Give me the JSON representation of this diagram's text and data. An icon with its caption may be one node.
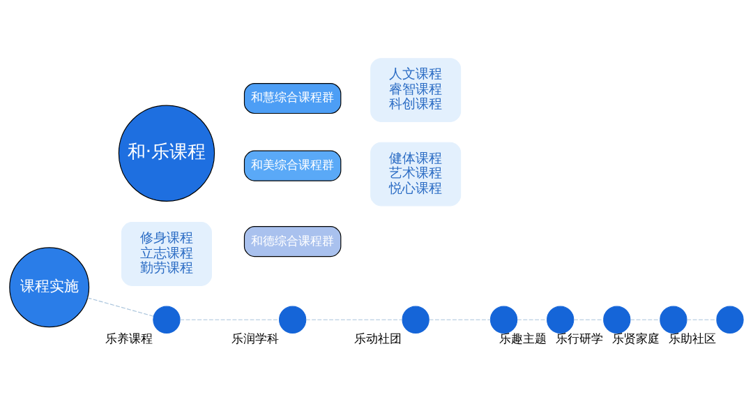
{
  "diagram": {
    "nodes": [
      {
        "text": [
          "和·乐课程"
        ]
      },
      {
        "text": [
          "和德综合课程群"
        ]
      },
      {
        "text": [
          "和慧综合课程群"
        ]
      },
      {
        "text": [
          "和美综合课程群"
        ]
      },
      {
        "text": [
          "修身课程",
          "立志课程",
          "勤劳课程"
        ]
      },
      {
        "text": [
          "人文课程",
          "睿智课程",
          "科创课程"
        ]
      },
      {
        "text": [
          "健体课程",
          "艺术课程",
          "悦心课程"
        ]
      },
      {
        "text": [
          "课程实施"
        ]
      },
      {
        "text": [],
        "shape": "circle",
        "beside": [
          "乐养课程"
        ]
      },
      {
        "text": [],
        "shape": "circle",
        "beside": [
          "乐润学科"
        ]
      },
      {
        "text": [],
        "shape": "circle",
        "beside": [
          "乐动社团"
        ]
      },
      {
        "text": [],
        "shape": "circle"
      },
      {
        "text": [],
        "shape": "circle",
        "beside": [
          "乐趣主题"
        ]
      },
      {
        "text": [],
        "shape": "circle",
        "beside": [
          "乐行研学"
        ]
      },
      {
        "text": [],
        "shape": "circle",
        "beside": [
          "乐贤家庭"
        ]
      },
      {
        "text": [],
        "shape": "circle",
        "beside": [
          "乐助社区"
        ]
      }
    ],
    "edges": [
      {
        "from": 7,
        "to": 8,
        "arrow": "none",
        "style": "dashed"
      },
      {
        "from": 8,
        "to": 9,
        "arrow": "none",
        "style": "dashed"
      },
      {
        "from": 9,
        "to": 10,
        "arrow": "none",
        "style": "dashed"
      },
      {
        "from": 10,
        "to": 11,
        "arrow": "none",
        "style": "dashed"
      },
      {
        "from": 11,
        "to": 12,
        "arrow": "none",
        "style": "dashed"
      },
      {
        "from": 12,
        "to": 13,
        "arrow": "none",
        "style": "dashed"
      },
      {
        "from": 13,
        "to": 14,
        "arrow": "none",
        "style": "dashed"
      },
      {
        "from": 14,
        "to": 15,
        "arrow": "none",
        "style": "dashed"
      }
    ]
  }
}
